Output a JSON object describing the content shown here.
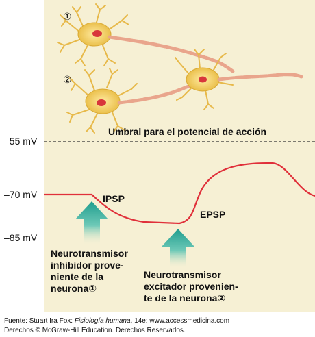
{
  "labels": {
    "marker1": "①",
    "marker2": "②",
    "threshold": "Umbral para el potencial de acción",
    "mv_55": "–55 mV",
    "mv_70": "–70 mV",
    "mv_85": "–85 mV",
    "ipsp": "IPSP",
    "epsp": "EPSP",
    "inhibitory": "Neurotransmisor\ninhibidor prove-\nniente de la\nneurona①",
    "excitatory": "Neurotransmisor\nexcitador provenien-\nte de la neurona②"
  },
  "footer": {
    "source_prefix": "Fuente: Stuart Ira Fox: ",
    "book_title": "Fisiología humana",
    "source_suffix": ", 14e: www.accessmedicina.com",
    "copyright": "Derechos © McGraw-Hill Education. Derechos Reservados."
  },
  "colors": {
    "panel": "#f6f0d4",
    "trace": "#e0303a",
    "arrow": "#2aa89a",
    "neuron": "#f2c84b",
    "nucleus": "#d8363b",
    "axon": "#e8a78f"
  }
}
